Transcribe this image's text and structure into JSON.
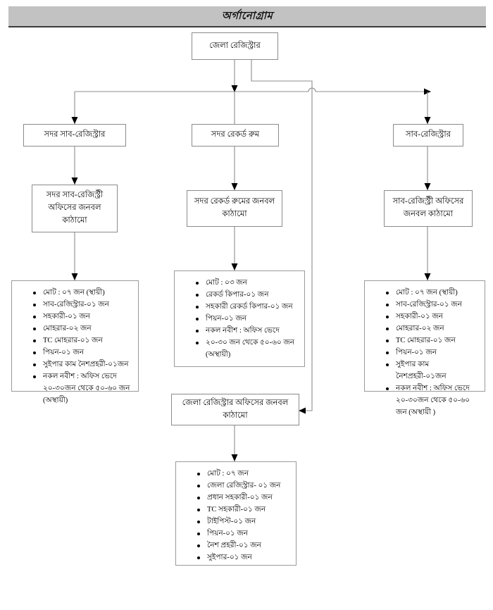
{
  "header": {
    "title": "অর্গানোগ্রাম"
  },
  "nodes": {
    "root": {
      "label": "জেলা রেজিস্ট্রার"
    },
    "branch_left": {
      "label": "সদর সাব-রেজিস্ট্রার"
    },
    "branch_middle": {
      "label": "সদর রেকর্ড রুম"
    },
    "branch_right": {
      "label": "সাব-রেজিস্ট্রার"
    },
    "manpower_left": {
      "label": "সদর সাব-রেজিস্ট্রী অফিসের জনবল কাঠামো"
    },
    "manpower_middle": {
      "label": "সদর রেকর্ড রুমের জনবল কাঠামো"
    },
    "manpower_right": {
      "label": "সাব-রেজিস্ট্রী অফিসের জনবল কাঠামো"
    },
    "manpower_district": {
      "label": "জেলা রেজিস্ট্রার অফিসের জনবল কাঠামো"
    }
  },
  "lists": {
    "left": {
      "items": [
        "মোট : ০৭ জন (স্থায়ী)",
        "সাব-রেজিস্ট্রার-০১ জন",
        "সহকারী-০১ জন",
        "মোহরার-০২ জন",
        "TC মোহরার-০১ জন",
        "পিয়ন-০১ জন",
        "সুইপার কাম নৈশপ্রহরী-০১জন",
        "নকল নবীশ : অফিস ভেদে ২০-৩০জন থেকে ৫০-৬০ জন (অস্থায়ী)"
      ]
    },
    "middle": {
      "items": [
        "মোট : ০৩ জন",
        "রেকর্ড কিপার-০১ জন",
        "সহকারী রেকর্ড কিপার-০১ জন",
        "পিয়ন-০১ জন",
        "নকল নবীশ : অফিস ভেদে",
        "২০-৩০ জন থেকে ৫০-৬০ জন (অস্থায়ী)"
      ]
    },
    "right": {
      "items": [
        "মোট : ০৭ জন (স্থায়ী)",
        "সাব-রেজিস্ট্রার-০১ জন",
        "সহকারী-০১ জন",
        "মোহরার-০২ জন",
        "TC মোহরার-০১ জন",
        "পিয়ন-০১ জন",
        "সুইপার কাম নৈশপ্রহরী-০১জন",
        "নকল নবীশ : অফিস ভেদে ২০-৩০জন থেকে ৫০-৬০ জন  (অস্থায়ী )"
      ]
    },
    "district": {
      "items": [
        "মোট : ০৭ জন",
        "জেলা রেজিস্ট্রার- ০১ জন",
        "প্রধান সহকারী-০১ জন",
        "TC সহকারী-০১ জন",
        "টাইপিস্ট-০১ জন",
        "পিয়ন-০১ জন",
        "নৈশ প্রহরী-০১ জন",
        "সুইপার-০১ জন"
      ]
    }
  },
  "colors": {
    "title_bar_background": "#c2c2c2",
    "title_bar_border": "#3a3a3a",
    "box_border": "#8b8b8b",
    "connector_line": "#8c8c8c",
    "arrow_fill": "#000000",
    "page_background": "#ffffff",
    "text": "#000000"
  }
}
